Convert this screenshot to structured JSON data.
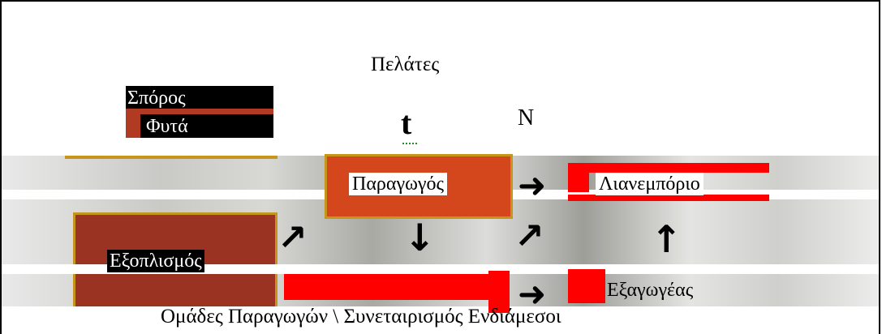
{
  "title": "Πελάτες",
  "labels": {
    "seeds": "Σπόρος",
    "plants": "Φυτά",
    "t_mark": "t",
    "n_mark": "N",
    "producer": "Παραγωγός",
    "retail": "Λιανεμπόριο",
    "equipment": "Εξοπλισμός",
    "exporter": "Εξαγωγέας",
    "bottom": "Ομάδες Παραγωγών \\ Συνεταιρισμός Ενδιάμεσοι"
  },
  "arrows": {
    "right": "➜",
    "up_right": "↗",
    "down": "↓",
    "up": "↑"
  },
  "colors": {
    "dark_red": "#9a3322",
    "orange_red": "#d4461c",
    "bright_red": "#ff0000",
    "gold_border": "#c8951c"
  }
}
